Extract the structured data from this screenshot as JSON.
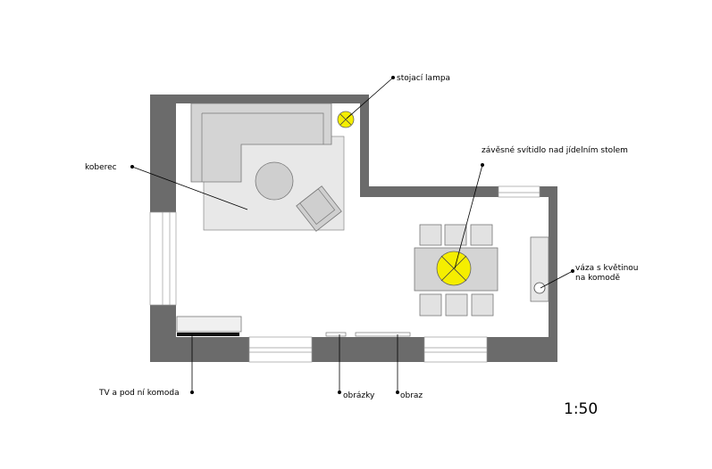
{
  "labels": {
    "floor_lamp": "stojací lampa",
    "pendant_light": "závěsné svítidlo nad jídelním stolem",
    "rug": "koberec",
    "vase": "váza s květinou",
    "vase_line2": "na komodě",
    "tv": "TV a pod ní komoda",
    "pictures": "obrázky",
    "picture": "obraz"
  },
  "scale": "1:50",
  "colors": {
    "wall": "#6b6b6b",
    "furniture": "#d4d4d4",
    "rug": "#e8e8e8",
    "floor": "#ffffff",
    "light": "#f5ee00"
  }
}
